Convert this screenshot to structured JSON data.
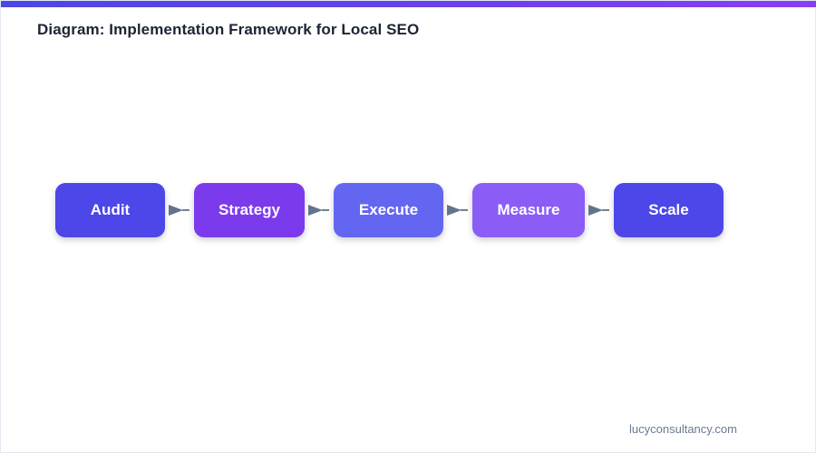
{
  "page": {
    "title": "Diagram: Implementation Framework for Local SEO",
    "footer_url": "lucyconsultancy.com",
    "accent_gradient_from": "#4D46E8",
    "accent_gradient_to": "#8B3DF5",
    "background": "#FFFFFF",
    "border_color": "#E2E8F0",
    "title_color": "#1E2436",
    "footer_color": "#6B7A93"
  },
  "diagram": {
    "type": "linear-process-flow",
    "connector_icon": "arrow-right-icon",
    "connector_color": "#64748B",
    "steps": [
      {
        "label": "Audit",
        "color": "#4D46E8"
      },
      {
        "label": "Strategy",
        "color": "#7C3AED"
      },
      {
        "label": "Execute",
        "color": "#6366F1"
      },
      {
        "label": "Measure",
        "color": "#8B5CF6"
      },
      {
        "label": "Scale",
        "color": "#4D46E8"
      }
    ]
  }
}
